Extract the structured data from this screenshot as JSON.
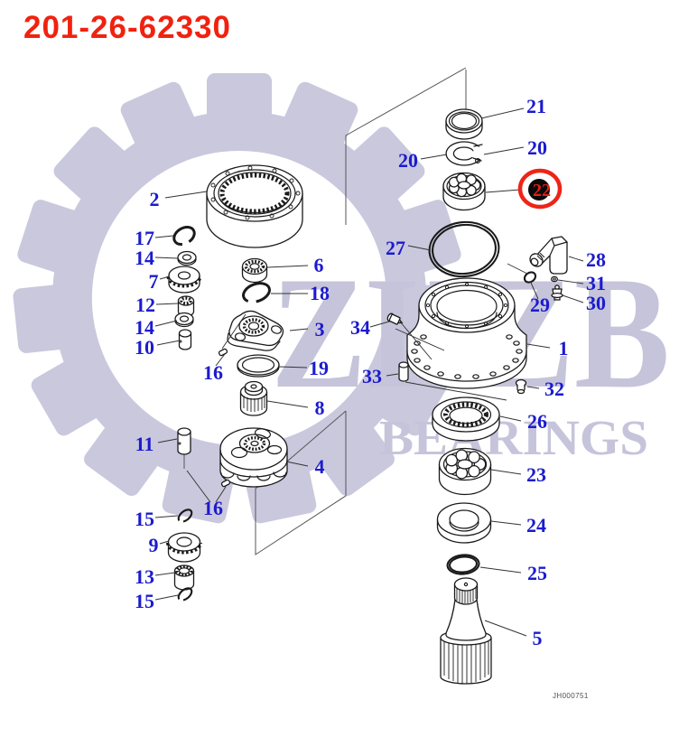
{
  "title": "201-26-62330",
  "drawing_code": "JH000751",
  "watermark": {
    "brand": "ZHZB",
    "word": "BEARINGS"
  },
  "highlight": {
    "circled_part": "22",
    "circle_color": "#ee2418"
  },
  "colors": {
    "callout_blue": "#1b1bce",
    "title_red": "#f0220f",
    "watermark": "#cac8dd"
  },
  "callouts": [
    "21",
    "20",
    "20",
    "22",
    "27",
    "28",
    "31",
    "30",
    "29",
    "2",
    "17",
    "14",
    "7",
    "6",
    "18",
    "12",
    "14",
    "3",
    "10",
    "16",
    "19",
    "34",
    "8",
    "1",
    "33",
    "32",
    "26",
    "11",
    "4",
    "23",
    "16",
    "15",
    "24",
    "9",
    "25",
    "13",
    "15",
    "5"
  ]
}
